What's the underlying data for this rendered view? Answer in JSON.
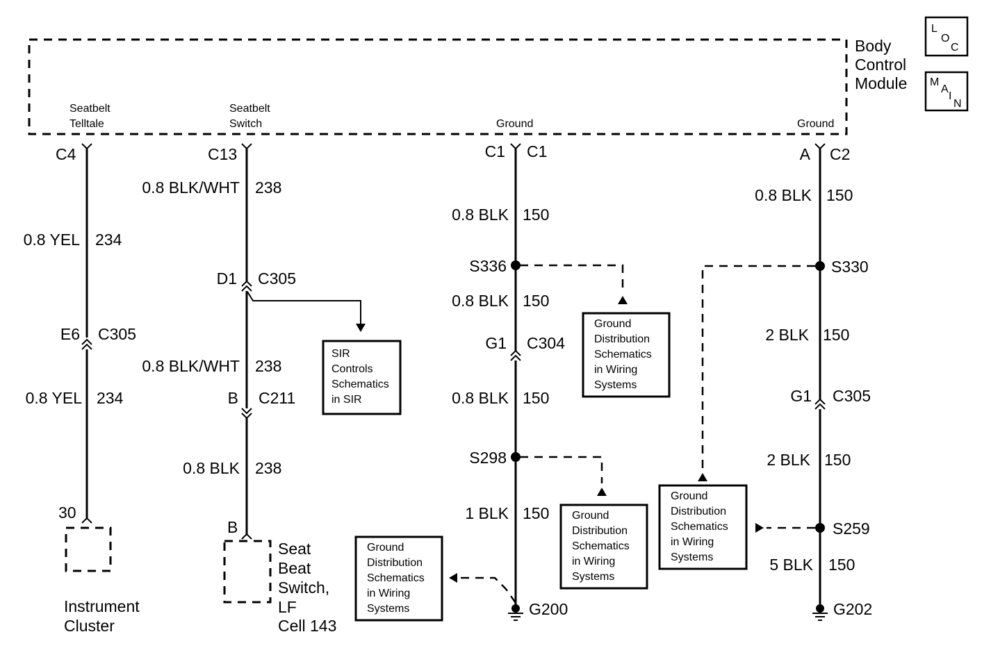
{
  "module": {
    "name_lines": [
      "Body",
      "Control",
      "Module"
    ],
    "pins": {
      "seatbelt_telltale": [
        "Seatbelt",
        "Telltale"
      ],
      "seatbelt_switch": [
        "Seatbelt",
        "Switch"
      ],
      "ground_c1": "Ground",
      "ground_c2": "Ground"
    }
  },
  "badges": {
    "loc": [
      "L",
      "O",
      "C"
    ],
    "main": [
      "M",
      "A",
      "I",
      "N"
    ]
  },
  "circuits": {
    "telltale": {
      "top_connector": "C4",
      "wire1": {
        "color": "0.8 YEL",
        "circuit": "234"
      },
      "inline_connector": {
        "pin": "E6",
        "name": "C305"
      },
      "wire2": {
        "color": "0.8 YEL",
        "circuit": "234"
      },
      "end_pin": "30",
      "component": [
        "Instrument",
        "Cluster"
      ]
    },
    "switch": {
      "top_connector": "C13",
      "wire1": {
        "color": "0.8 BLK/WHT",
        "circuit": "238"
      },
      "inline1": {
        "pin": "D1",
        "name": "C305"
      },
      "wire2": {
        "color": "0.8 BLK/WHT",
        "circuit": "238"
      },
      "inline2": {
        "pin": "B",
        "name": "C211"
      },
      "wire3": {
        "color": "0.8 BLK",
        "circuit": "238"
      },
      "end_pin": "B",
      "component": [
        "Seat",
        "Beat",
        "Switch,",
        "LF",
        "Cell 143"
      ],
      "ref_box": [
        "SIR",
        "Controls",
        "Schematics",
        "in SIR"
      ]
    },
    "ground_g200": {
      "top_pins": [
        "C1",
        "C1"
      ],
      "wire1": {
        "color": "0.8 BLK",
        "circuit": "150"
      },
      "splice1": "S336",
      "wire2": {
        "color": "0.8 BLK",
        "circuit": "150"
      },
      "inline": {
        "pin": "G1",
        "name": "C304"
      },
      "wire3": {
        "color": "0.8 BLK",
        "circuit": "150"
      },
      "splice2": "S298",
      "wire4": {
        "color": "1 BLK",
        "circuit": "150"
      },
      "ground": "G200"
    },
    "ground_g202": {
      "top_pins": [
        "A",
        "C2"
      ],
      "wire1": {
        "color": "0.8 BLK",
        "circuit": "150"
      },
      "splice1": "S330",
      "wire2": {
        "color": "2 BLK",
        "circuit": "150"
      },
      "inline": {
        "pin": "G1",
        "name": "C305"
      },
      "wire3": {
        "color": "2 BLK",
        "circuit": "150"
      },
      "splice2": "S259",
      "wire4": {
        "color": "5 BLK",
        "circuit": "150"
      },
      "ground": "G202"
    }
  },
  "ground_ref_boxes": {
    "s336": [
      "Ground",
      "Distribution",
      "Schematics",
      "in Wiring",
      "Systems"
    ],
    "s298": [
      "Ground",
      "Distribution",
      "Schematics",
      "in Wiring",
      "Systems"
    ],
    "g200": [
      "Ground",
      "Distribution",
      "Schematics",
      "in Wiring",
      "Systems"
    ],
    "s330_s259": [
      "Ground",
      "Distribution",
      "Schematics",
      "in Wiring",
      "Systems"
    ]
  }
}
